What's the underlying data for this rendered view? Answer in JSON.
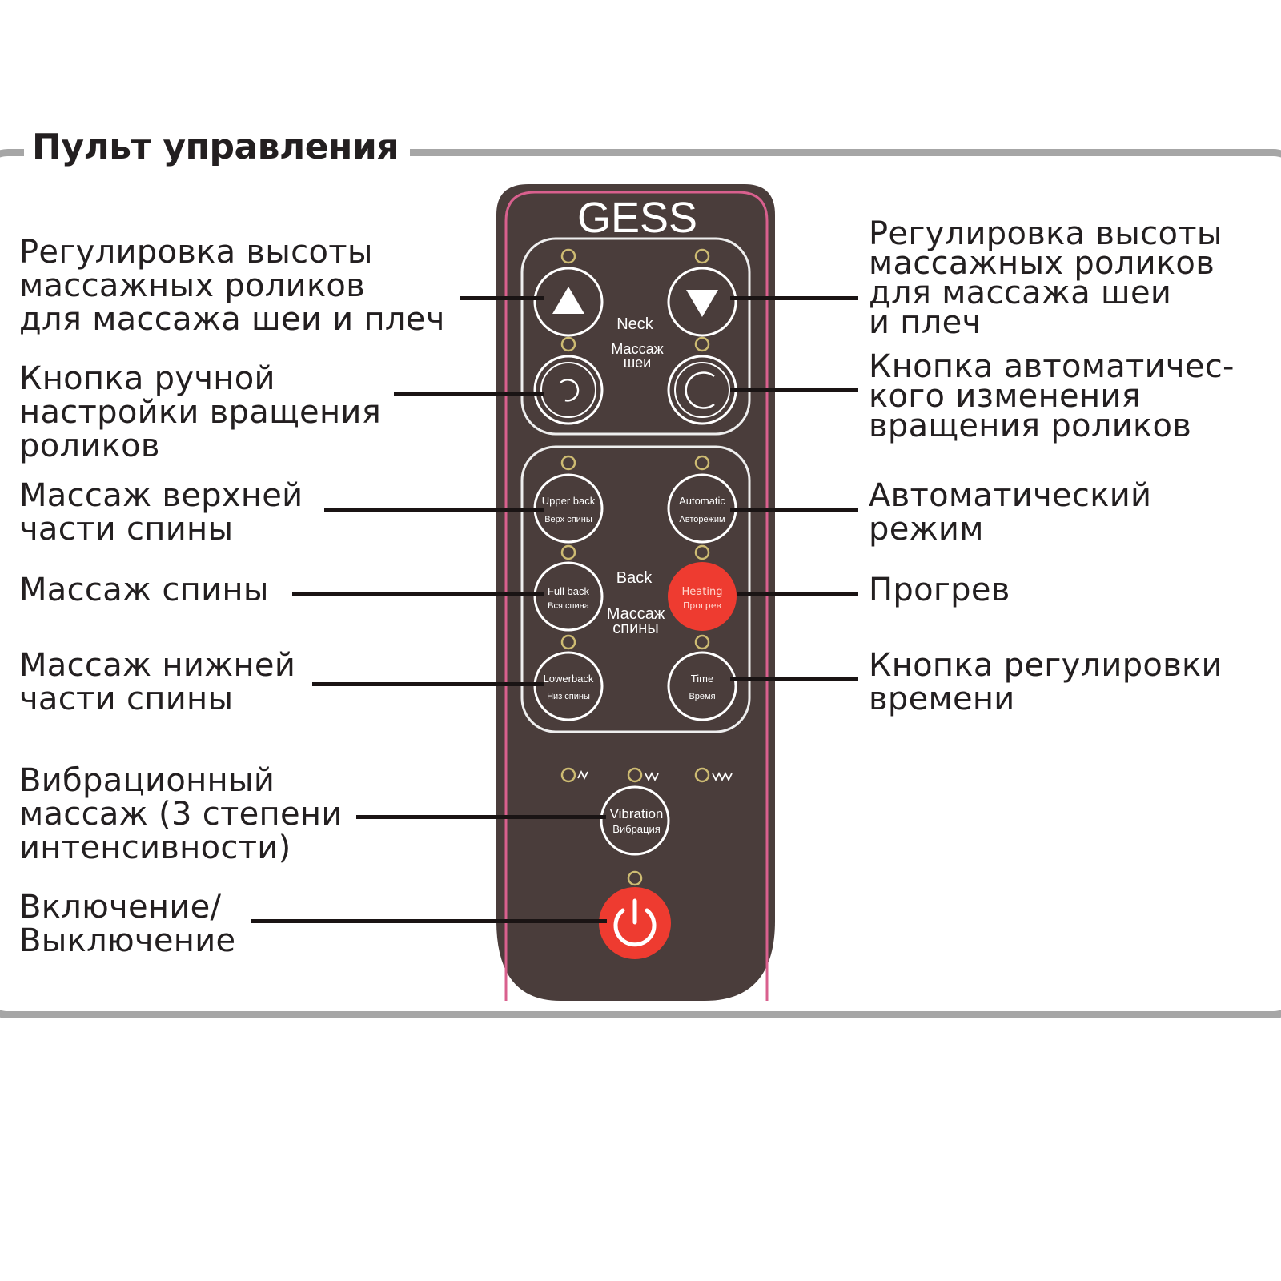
{
  "title": "Пульт управления",
  "remote": {
    "brand": "GESS",
    "neck_section": {
      "label_en": "Neck",
      "label_ru_1": "Массаж",
      "label_ru_2": "шеи"
    },
    "back_section": {
      "label_en": "Back",
      "label_ru_1": "Массаж",
      "label_ru_2": "спины"
    },
    "buttons": {
      "upper_back": {
        "en": "Upper back",
        "ru": "Верх спины"
      },
      "automatic": {
        "en": "Automatic",
        "ru": "Авторежим"
      },
      "full_back": {
        "en": "Full back",
        "ru": "Вся спина"
      },
      "heating": {
        "en": "Heating",
        "ru": "Прогрев"
      },
      "lower_back": {
        "en": "Lowerback",
        "ru": "Низ спины"
      },
      "time": {
        "en": "Time",
        "ru": "Время"
      },
      "vibration": {
        "en": "Vibration",
        "ru": "Вибрация"
      }
    },
    "colors": {
      "body": "#4a3d3b",
      "trim": "#d9608e",
      "led": "#cdbb72",
      "red": "#ee3b30"
    }
  },
  "left_labels": [
    "Регулировка высоты\nмассажных роликов\nдля массажа шеи и плеч",
    "Кнопка ручной\nнастройки вращения\nроликов",
    "Массаж верхней\nчасти спины",
    "Массаж спины",
    "Массаж нижней\nчасти спины",
    "Вибрационный\nмассаж (3 степени\nинтенсивности)",
    "Включение/\nВыключение"
  ],
  "right_labels": [
    "Регулировка высоты\nмассажных роликов\nдля массажа шеи\nи плеч",
    "Кнопка автоматичес-\nкого изменения\nвращения роликов",
    "Автоматический\nрежим",
    "Прогрев",
    "Кнопка регулировки\nвремени"
  ]
}
